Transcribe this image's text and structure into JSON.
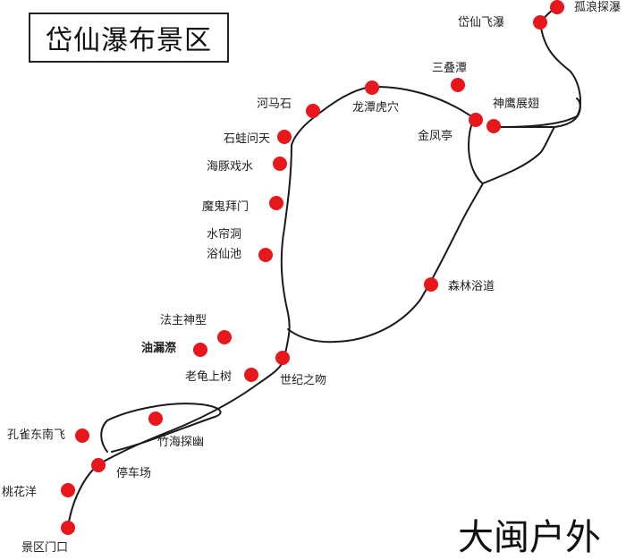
{
  "title": "岱仙瀑布景区",
  "watermark": "大闽户外",
  "spot_color": "#e8171b",
  "spots": [
    {
      "name": "孤浪探瀑"
    },
    {
      "name": "岱仙飞瀑"
    },
    {
      "name": "三叠潭"
    },
    {
      "name": "神鹰展翅"
    },
    {
      "name": "金凤亭"
    },
    {
      "name": "龙潭虎穴"
    },
    {
      "name": "河马石"
    },
    {
      "name": "石蛙问天"
    },
    {
      "name": "海豚戏水"
    },
    {
      "name": "魔鬼拜门"
    },
    {
      "name": "水帘洞"
    },
    {
      "name": "浴仙池"
    },
    {
      "name": "森林浴道"
    },
    {
      "name": "法主神型"
    },
    {
      "name": "油漏漈"
    },
    {
      "name": "老龟上树"
    },
    {
      "name": "世纪之吻"
    },
    {
      "name": "竹海探幽"
    },
    {
      "name": "孔雀东南飞"
    },
    {
      "name": "停车场"
    },
    {
      "name": "桃花洋"
    },
    {
      "name": "景区门口"
    }
  ]
}
